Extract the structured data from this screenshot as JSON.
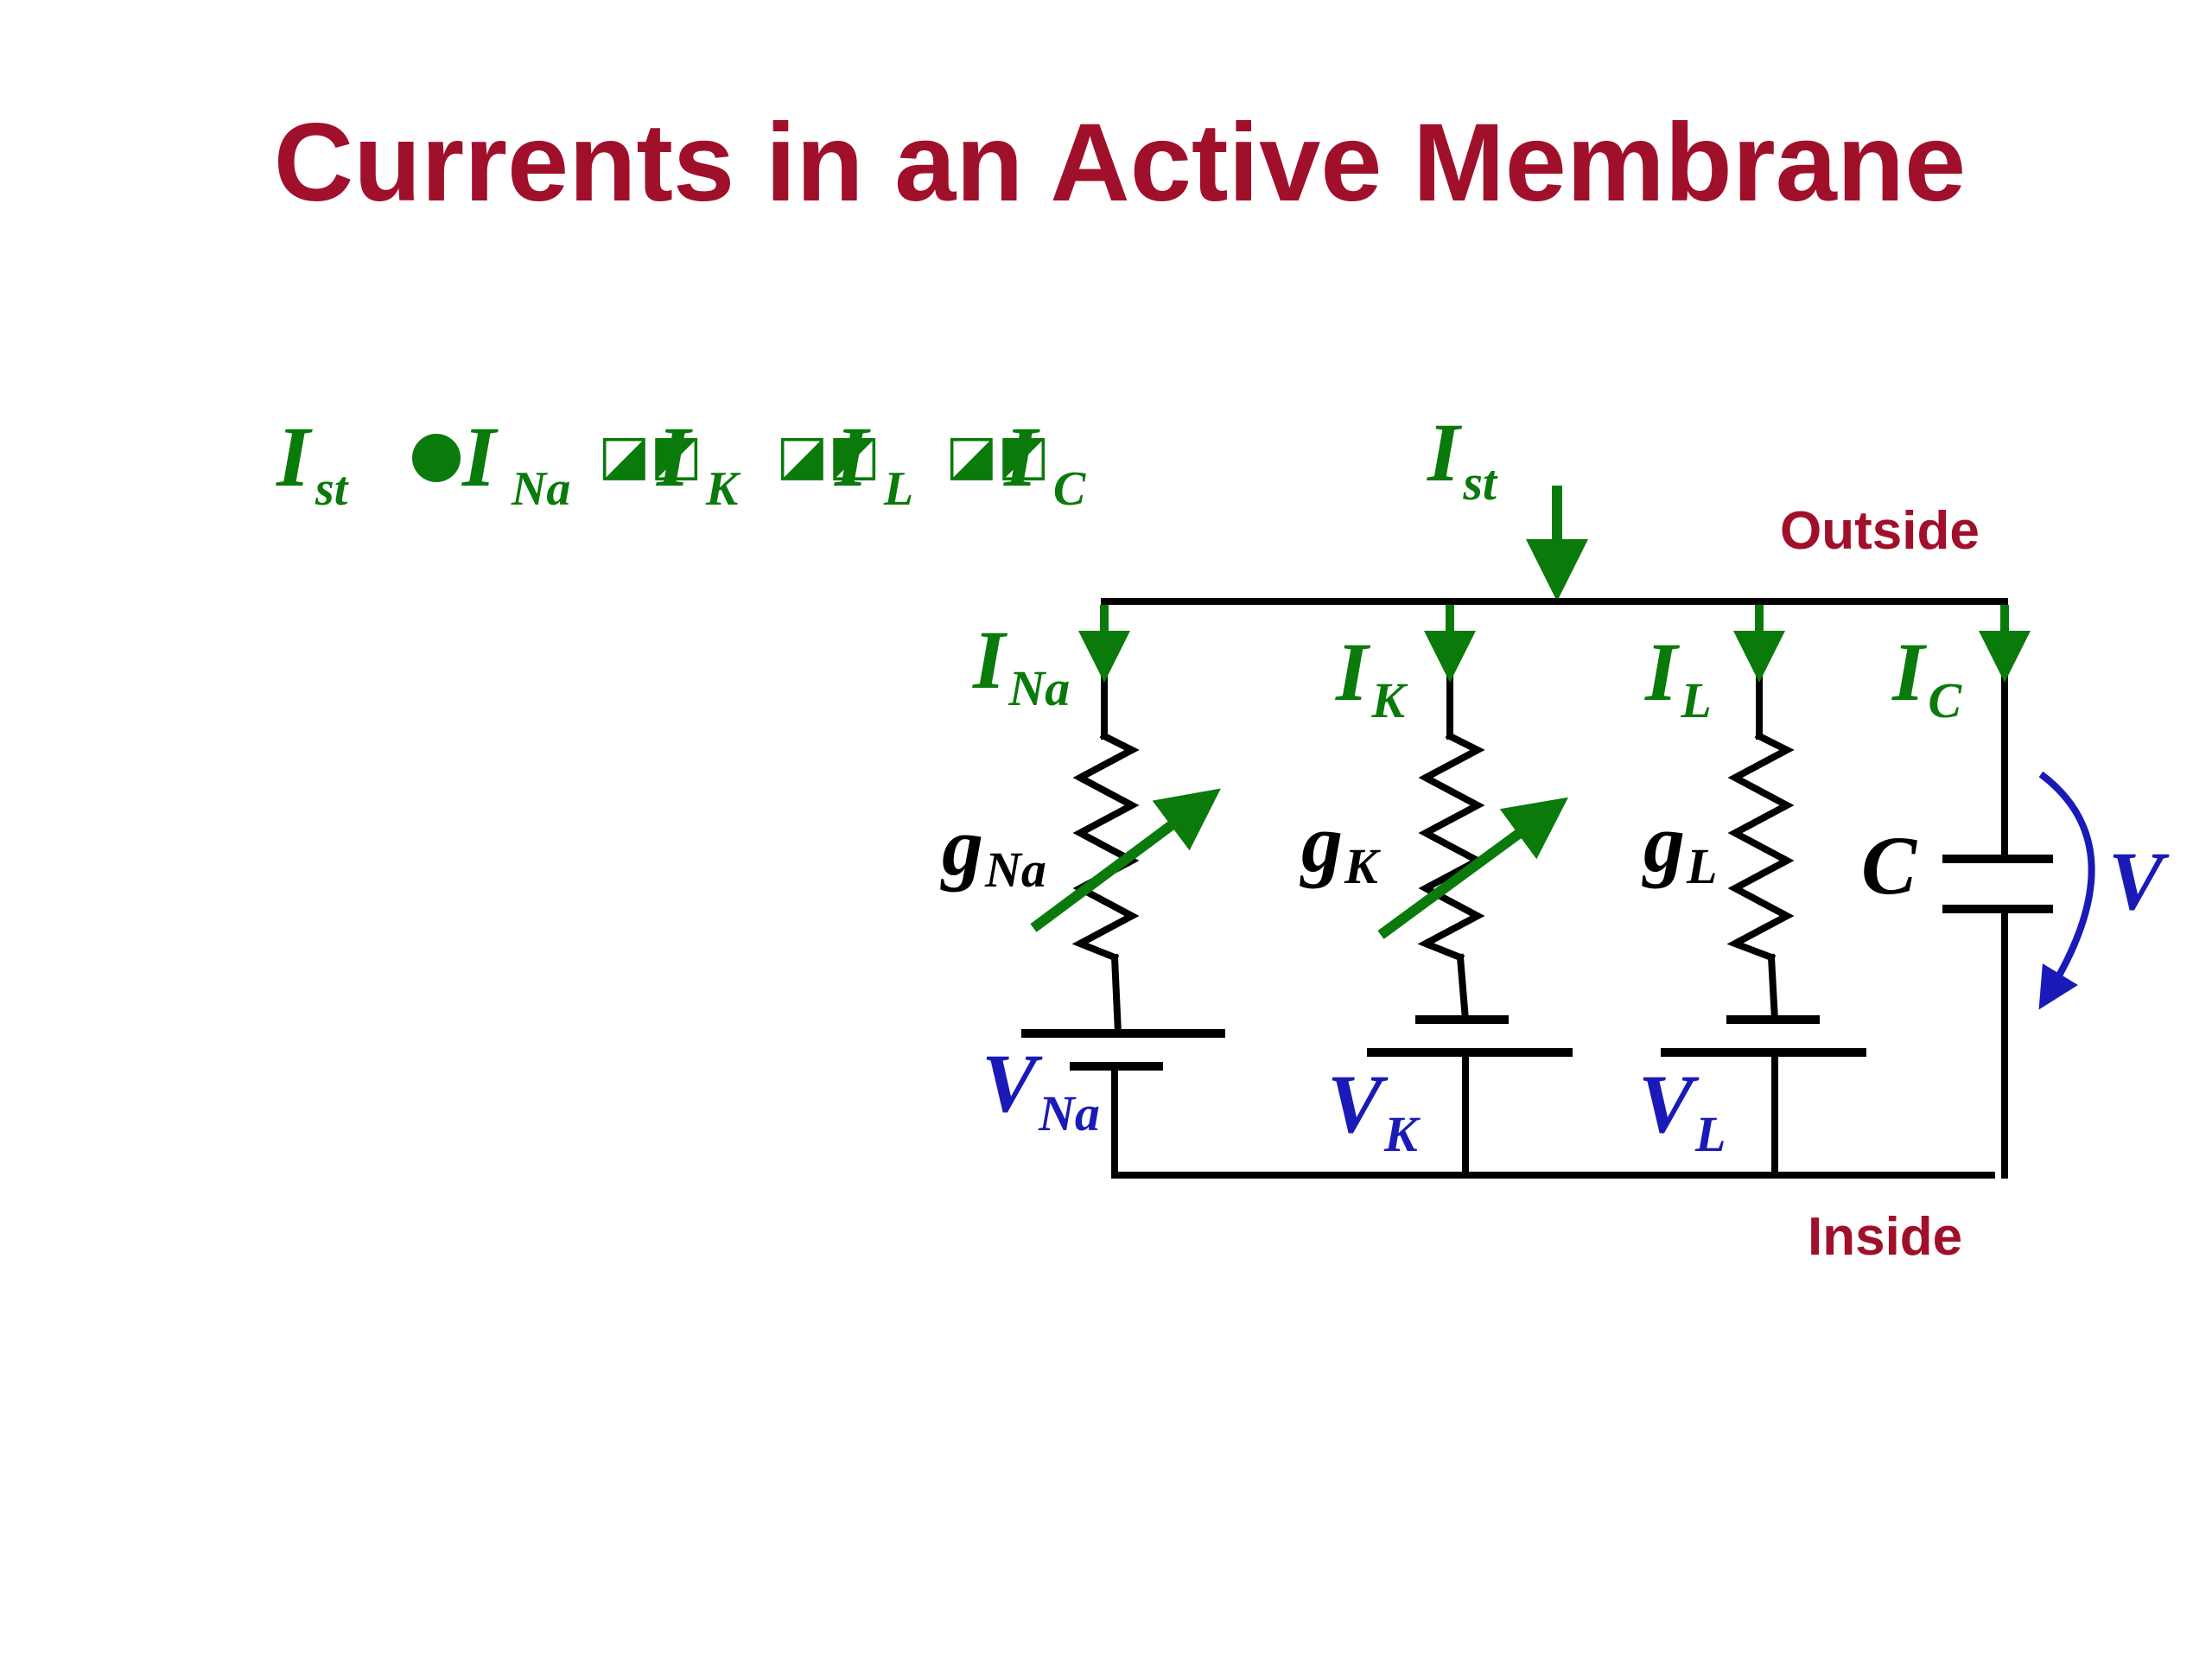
{
  "title": "Currents in an Active Membrane",
  "labels": {
    "outside": "Outside",
    "inside": "Inside"
  },
  "equation": {
    "i_st": {
      "main": "I",
      "sub": "st"
    },
    "dot": "●",
    "i_na": {
      "main": "I",
      "sub": "Na"
    },
    "garble_1": "◪◩",
    "i_k": {
      "main": "I",
      "sub": "K"
    },
    "garble_2": "◪◩",
    "i_l": {
      "main": "I",
      "sub": "L"
    },
    "garble_3": "◪◩",
    "i_c": {
      "main": "I",
      "sub": "C"
    }
  },
  "circuit": {
    "i_st": {
      "main": "I",
      "sub": "st"
    },
    "currents": [
      {
        "main": "I",
        "sub": "Na"
      },
      {
        "main": "I",
        "sub": "K"
      },
      {
        "main": "I",
        "sub": "L"
      },
      {
        "main": "I",
        "sub": "C"
      }
    ],
    "conductances": [
      {
        "main": "g",
        "sub": "Na"
      },
      {
        "main": "g",
        "sub": "K"
      },
      {
        "main": "g",
        "sub": "L"
      }
    ],
    "capacitor": "C",
    "voltages": [
      {
        "main": "V",
        "sub": "Na"
      },
      {
        "main": "V",
        "sub": "K"
      },
      {
        "main": "V",
        "sub": "L"
      }
    ],
    "membrane_voltage": "V"
  },
  "colors": {
    "title": "#a0102a",
    "current_green": "#0a7a0a",
    "voltage_blue": "#1a1ab8",
    "wire": "#000000"
  }
}
